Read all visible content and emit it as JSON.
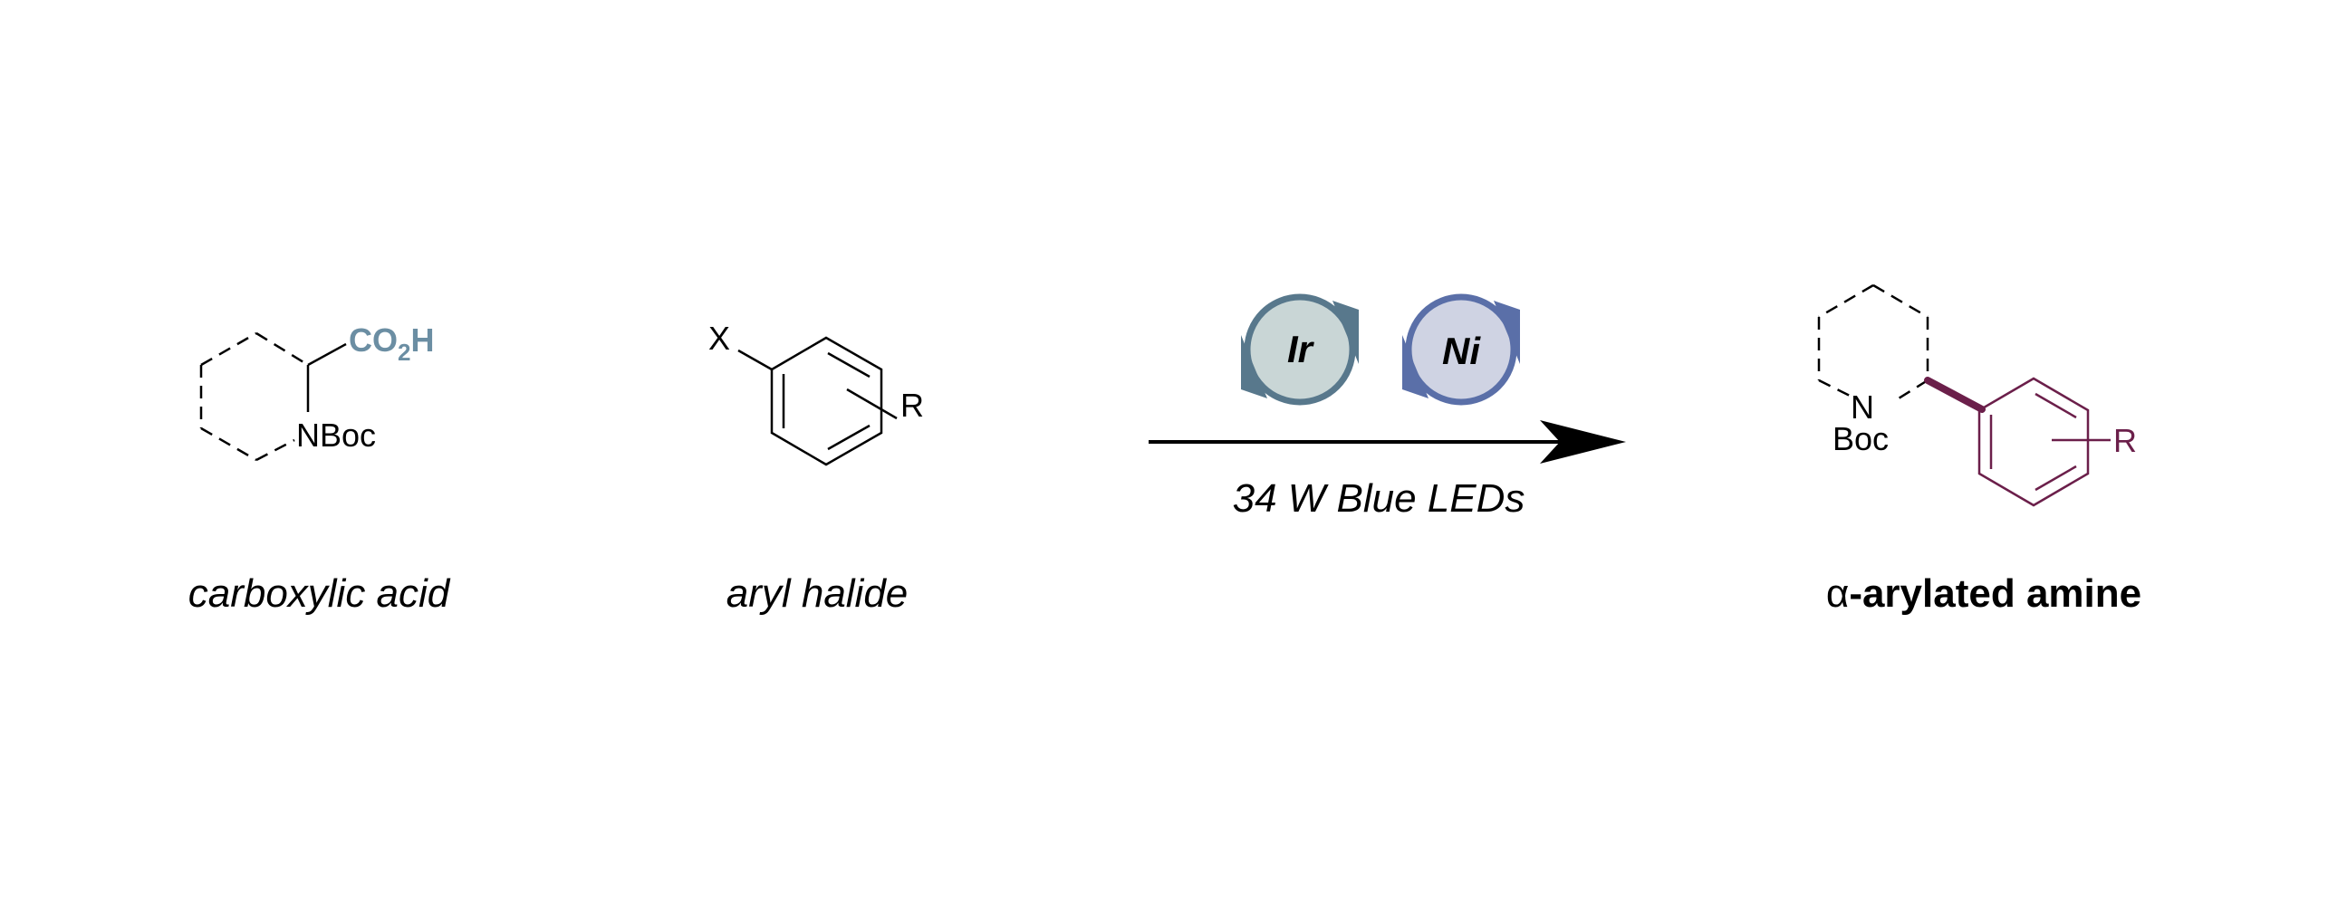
{
  "colors": {
    "acid_blue": "#6b8ea3",
    "product_purple": "#6b1f4a",
    "ir_fill": "#c9d6d6",
    "ir_stroke": "#58788c",
    "ni_fill": "#cfd3e3",
    "ni_stroke": "#5a6fa8",
    "ink": "#000000"
  },
  "reactant1": {
    "substituent": "CO2H",
    "substituent_main": "CO",
    "substituent_sub": "2",
    "substituent_end": "H",
    "nitrogen_group": "NBoc",
    "caption": "carboxylic acid"
  },
  "reactant2": {
    "halogen": "X",
    "substituent": "R",
    "caption": "aryl halide"
  },
  "arrow": {
    "catalyst1": "Ir",
    "catalyst2": "Ni",
    "condition": "34 W Blue LEDs"
  },
  "product": {
    "nitrogen": "N",
    "protecting_group": "Boc",
    "substituent": "R",
    "caption_prefix": "α",
    "caption_rest": "-arylated amine"
  }
}
